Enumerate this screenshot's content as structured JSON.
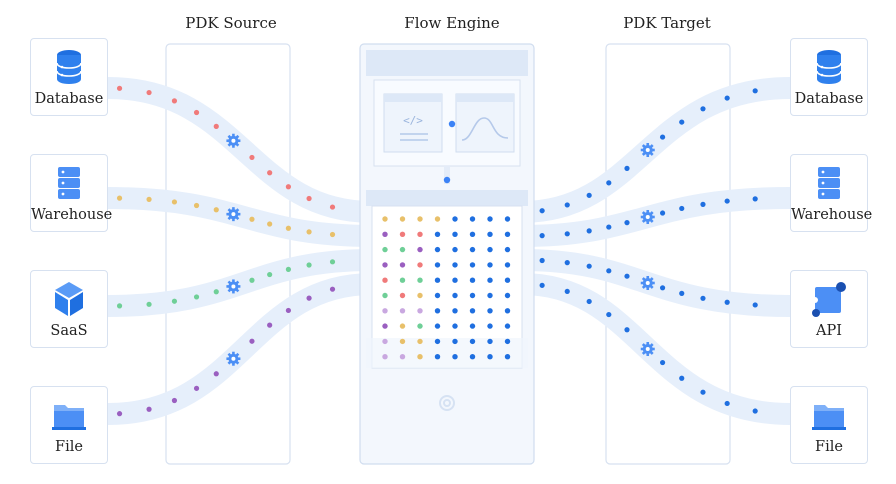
{
  "titles": {
    "source": "PDK Source",
    "engine": "Flow Engine",
    "target": "PDK Target"
  },
  "sources": [
    {
      "label": "Database",
      "icon": "database-icon",
      "dot_color": "#f07a7a"
    },
    {
      "label": "Warehouse",
      "icon": "server-icon",
      "dot_color": "#e8c06a"
    },
    {
      "label": "SaaS",
      "icon": "cube-icon",
      "dot_color": "#6fcf97"
    },
    {
      "label": "File",
      "icon": "folder-icon",
      "dot_color": "#9a5fc0"
    }
  ],
  "targets": [
    {
      "label": "Database",
      "icon": "database-icon"
    },
    {
      "label": "Warehouse",
      "icon": "server-icon"
    },
    {
      "label": "API",
      "icon": "puzzle-icon"
    },
    {
      "label": "File",
      "icon": "folder-icon"
    }
  ],
  "colors": {
    "accent": "#3b82f6",
    "band": "#e6effb",
    "panel_border": "#d7e1f0",
    "target_dot": "#1f6fe0"
  }
}
